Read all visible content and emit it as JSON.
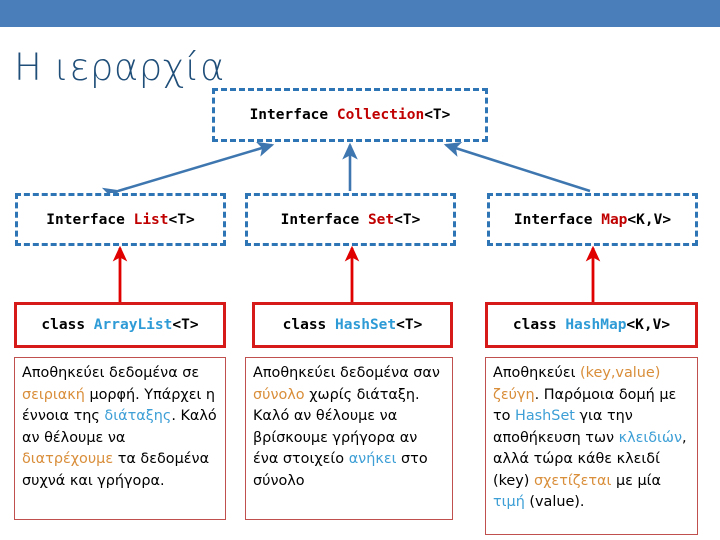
{
  "slide": {
    "title": "Η ιεραρχία",
    "accent_bar_color": "#4A7EBB",
    "title_color": "#1F4E79"
  },
  "diagram": {
    "interface_border_color": "#2E75B6",
    "class_border_color": "#D61A1A",
    "interface_arrow_color": "#3E77B0",
    "class_arrow_color": "#E00000",
    "nodes": {
      "collection": {
        "keyword": "Interface",
        "type": "Collection",
        "generic": "<T>"
      },
      "list": {
        "keyword": "Interface",
        "type": "List",
        "generic": "<T>"
      },
      "set": {
        "keyword": "Interface",
        "type": "Set",
        "generic": "<T>"
      },
      "map": {
        "keyword": "Interface",
        "type": "Map",
        "generic": "<K,V>"
      },
      "arraylist": {
        "keyword": "class",
        "type": "ArrayList",
        "generic": "<T>"
      },
      "hashset": {
        "keyword": "class",
        "type": "HashSet",
        "generic": "<T>"
      },
      "hashmap": {
        "keyword": "class",
        "type": "HashMap",
        "generic": "<K,V>"
      }
    }
  },
  "descriptions": {
    "list": {
      "p1": "Αποθηκεύει δεδομένα σε ",
      "hl1": "σειριακή",
      "p2": " μορφή. Υπάρχει η έννοια της ",
      "hl2": "διάταξης",
      "p3": ". Καλό αν θέλουμε να ",
      "hl3": "διατρέχουμε",
      "p4": " τα δεδομένα συχνά και γρήγορα."
    },
    "set": {
      "p1": "Αποθηκεύει δεδομένα σαν ",
      "hl1": "σύνολο",
      "p2": " χωρίς διάταξη. Καλό αν θέλουμε να βρίσκουμε γρήγορα αν ένα στοιχείο ",
      "hl2": "ανήκει",
      "p3": " στο σύνολο"
    },
    "map": {
      "p1": "Αποθηκεύει ",
      "hl1": "(key,value) ζεύγη",
      "p2": ". Παρόμοια δομή με το ",
      "hl2": "HashSet",
      "p3": " για την αποθήκευση των ",
      "hl3": "κλειδιών",
      "p4": ", αλλά τώρα κάθε κλειδί (key) ",
      "hl4": "σχετίζεται",
      "p5": " με μία ",
      "hl5": "τιμή",
      "p6": " (value)."
    }
  }
}
